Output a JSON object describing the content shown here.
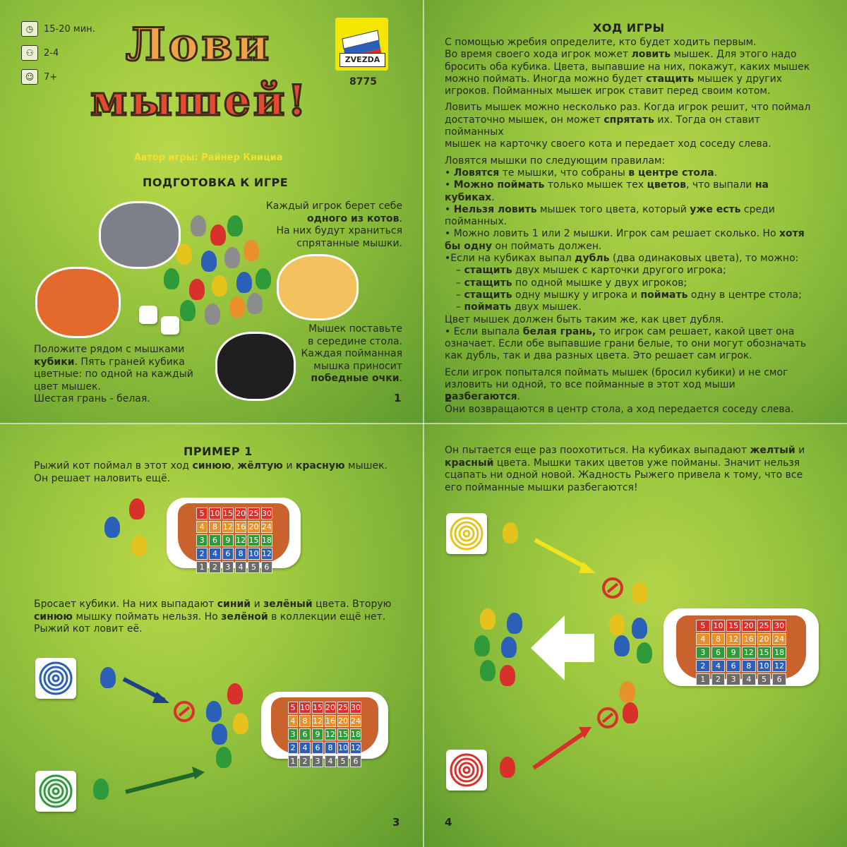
{
  "p1": {
    "info": [
      {
        "icon": "clock-icon",
        "text": "15-20 мин."
      },
      {
        "icon": "players-icon",
        "text": "2-4"
      },
      {
        "icon": "age-icon",
        "text": "7+"
      }
    ],
    "title_line1": "Лови",
    "title_line2": "мышей!",
    "brand": "ZVEZDA",
    "code": "8775",
    "author": "Автор игры: Райнер Книциа",
    "heading": "ПОДГОТОВКА К ИГРЕ",
    "cats_text": {
      "a": "Каждый игрок берет себе",
      "b": "одного из котов",
      "c": ".",
      "d": "На них будут храниться",
      "e": "спрятанные мышки."
    },
    "mice_text": {
      "a": "Мышек поставьте",
      "b": "в середине стола.",
      "c": "Каждая пойманная",
      "d": "мышка приносит",
      "e": "победные очки",
      "f": "."
    },
    "dice_text": {
      "a": "Положите рядом с мышками",
      "b": "кубики",
      "c": ". Пять граней кубика",
      "d": "цветные: по одной на каждый",
      "e": "цвет мышек.",
      "f": "Шестая грань - белая."
    },
    "page": "1"
  },
  "p2": {
    "heading": "ХОД ИГРЫ",
    "para1": {
      "a": "С помощью жребия определите, кто будет ходить первым.",
      "b": "Во время своего хода игрок может ",
      "c": "ловить",
      "d": " мышек. Для этого надо",
      "e": "бросить оба кубика. Цвета, выпавшие на них, покажут, каких мышек",
      "f": "можно поймать. Иногда можно будет ",
      "g": "стащить",
      "h": " мышек у других",
      "i": "игроков. Пойманных мышек игрок ставит перед своим котом."
    },
    "para2": {
      "a": "Ловить мышек можно несколько раз. Когда игрок решит, что поймал",
      "b": "достаточно мышек, он может ",
      "c": "спрятать",
      "d": " их. Тогда он ставит пойманных",
      "e": "мышек на карточку своего кота и передает ход соседу слева."
    },
    "rules_intro": "Ловятся мышки по следующим правилам:",
    "r1": {
      "a": "• ",
      "b": "Ловятся",
      "c": " те мышки, что собраны ",
      "d": "в центре стола",
      "e": "."
    },
    "r2": {
      "a": "• ",
      "b": "Можно поймать",
      "c": " только мышек тех ",
      "d": "цветов",
      "e": ", что выпали ",
      "f": "на кубиках",
      "g": "."
    },
    "r3": {
      "a": "• ",
      "b": "Нельзя ловить",
      "c": " мышек того цвета, который ",
      "d": "уже есть",
      "e": " среди",
      "f": "пойманных."
    },
    "r4": {
      "a": "• Можно ловить 1 или 2 мышки. Игрок сам решает сколько. Но ",
      "b": "хотя",
      "c": "бы одну",
      "d": " он поймать должен."
    },
    "r5": {
      "a": "•Если на кубиках выпал ",
      "b": "дубль",
      "c": " (два одинаковых цвета), то можно:"
    },
    "d1": {
      "a": "– ",
      "b": "стащить",
      "c": " двух мышек с карточки другого игрока;"
    },
    "d2": {
      "a": "– ",
      "b": "стащить",
      "c": " по одной мышке у двух игроков;"
    },
    "d3": {
      "a": "– ",
      "b": "стащить",
      "c": " одну мышку у игрока и ",
      "d": "поймать",
      "e": " одну в центре стола;"
    },
    "d4": {
      "a": "– ",
      "b": "поймать",
      "c": " двух мышек."
    },
    "r6": "Цвет мышек должен быть таким же, как цвет дубля.",
    "r7": {
      "a": "• Если выпала ",
      "b": "белая грань,",
      "c": " то игрок сам решает, какой цвет она",
      "d": "означает. Если обе выпавшие грани белые, то они могут обозначать",
      "e": "как дубль, так и два разных цвета. Это решает сам игрок."
    },
    "para3": {
      "a": "Если игрок попытался поймать мышек (бросил кубики) и не смог",
      "b": "изловить ни одной, то все пойманные в этот ход мыши ",
      "c": "разбегаются",
      "d": ".",
      "e": "Они возвращаются в центр стола, а ход передается соседу слева."
    },
    "page": "2"
  },
  "p3": {
    "heading": "ПРИМЕР 1",
    "t1": {
      "a": "Рыжий кот поймал в этот ход ",
      "b": "синюю",
      "c": ", ",
      "d": "жёлтую",
      "e": " и ",
      "f": "красную",
      "g": " мышек.",
      "h": "Он решает наловить ещё."
    },
    "t2": {
      "a": "Бросает кубики. На них выпадают ",
      "b": "синий",
      "c": " и ",
      "d": "зелёный",
      "e": " цвета. Вторую",
      "f": "синюю",
      "g": " мышку поймать нельзя. Но ",
      "h": "зелёной",
      "i": " в коллекции ещё нет.",
      "j": "Рыжий кот ловит её."
    },
    "page": "3"
  },
  "p4": {
    "t1": {
      "a": "Он пытается еще раз поохотиться. На кубиках выпадают ",
      "b": "желтый",
      "c": " и",
      "d": "красный",
      "e": " цвета. Мышки таких цветов уже пойманы. Значит нельзя",
      "f": "сцапать ни одной новой. Жадность Рыжего привела к тому, что все",
      "g": "его пойманные мышки разбегаются!"
    },
    "page": "4"
  },
  "score_grid": [
    [
      "5",
      "10",
      "15",
      "20",
      "25",
      "30"
    ],
    [
      "4",
      "8",
      "12",
      "16",
      "20",
      "24"
    ],
    [
      "3",
      "6",
      "9",
      "12",
      "15",
      "18"
    ],
    [
      "2",
      "4",
      "6",
      "8",
      "10",
      "12"
    ],
    [
      "1",
      "2",
      "3",
      "4",
      "5",
      "6"
    ]
  ],
  "colors": {
    "red": "#d8302a",
    "orange": "#e8902a",
    "yellow": "#e6c21c",
    "green": "#2f9a3a",
    "blue": "#2b5fb8",
    "gray": "#8c8c8c",
    "pot": "#c9622d"
  }
}
